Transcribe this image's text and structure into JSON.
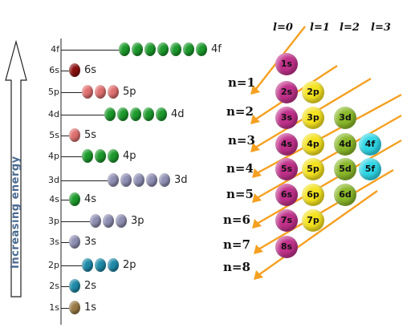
{
  "energy_axis_label": "Increasing energy",
  "levels": [
    {
      "label": "1s",
      "name": "1s",
      "count": 1,
      "color": "#9a7a45"
    },
    {
      "label": "2s",
      "name": "2s",
      "count": 1,
      "color": "#1e8aa8"
    },
    {
      "label": "2p",
      "name": "2p",
      "count": 3,
      "color": "#1e8aa8"
    },
    {
      "label": "3s",
      "name": "3s",
      "count": 1,
      "color": "#8f8fb3"
    },
    {
      "label": "3p",
      "name": "3p",
      "count": 3,
      "color": "#8f8fb3"
    },
    {
      "label": "4s",
      "name": "4s",
      "count": 1,
      "color": "#1c9a2c"
    },
    {
      "label": "3d",
      "name": "3d",
      "count": 5,
      "color": "#8f8fb3"
    },
    {
      "label": "4p",
      "name": "4p",
      "count": 3,
      "color": "#1c9a2c"
    },
    {
      "label": "5s",
      "name": "5s",
      "count": 1,
      "color": "#e07070"
    },
    {
      "label": "4d",
      "name": "4d",
      "count": 5,
      "color": "#1c9a2c"
    },
    {
      "label": "5p",
      "name": "5p",
      "count": 3,
      "color": "#e07070"
    },
    {
      "label": "6s",
      "name": "6s",
      "count": 1,
      "color": "#8a1010"
    },
    {
      "label": "4f",
      "name": "4f",
      "count": 7,
      "color": "#1c9a2c"
    }
  ],
  "l_headers": [
    "l=0",
    "l=1",
    "l=2",
    "l=3"
  ],
  "n_labels": [
    "n=1",
    "n=2",
    "n=3",
    "n=4",
    "n=5",
    "n=6",
    "n=7",
    "n=8"
  ],
  "grid": [
    {
      "text": "1s",
      "row": 0,
      "col": 0,
      "color": "#c0308a"
    },
    {
      "text": "2s",
      "row": 1,
      "col": 0,
      "color": "#c0308a"
    },
    {
      "text": "2p",
      "row": 1,
      "col": 1,
      "color": "#f4e21e"
    },
    {
      "text": "3s",
      "row": 2,
      "col": 0,
      "color": "#c0308a"
    },
    {
      "text": "3p",
      "row": 2,
      "col": 1,
      "color": "#f4e21e"
    },
    {
      "text": "3d",
      "row": 2,
      "col": 2,
      "color": "#8ab82a"
    },
    {
      "text": "4s",
      "row": 3,
      "col": 0,
      "color": "#c0308a"
    },
    {
      "text": "4p",
      "row": 3,
      "col": 1,
      "color": "#f4e21e"
    },
    {
      "text": "4d",
      "row": 3,
      "col": 2,
      "color": "#8ab82a"
    },
    {
      "text": "4f",
      "row": 3,
      "col": 3,
      "color": "#2ed6e6"
    },
    {
      "text": "5s",
      "row": 4,
      "col": 0,
      "color": "#c0308a"
    },
    {
      "text": "5p",
      "row": 4,
      "col": 1,
      "color": "#f4e21e"
    },
    {
      "text": "5d",
      "row": 4,
      "col": 2,
      "color": "#8ab82a"
    },
    {
      "text": "5f",
      "row": 4,
      "col": 3,
      "color": "#2ed6e6"
    },
    {
      "text": "6s",
      "row": 5,
      "col": 0,
      "color": "#c0308a"
    },
    {
      "text": "6p",
      "row": 5,
      "col": 1,
      "color": "#f4e21e"
    },
    {
      "text": "6d",
      "row": 5,
      "col": 2,
      "color": "#8ab82a"
    },
    {
      "text": "7s",
      "row": 6,
      "col": 0,
      "color": "#c0308a"
    },
    {
      "text": "7p",
      "row": 6,
      "col": 1,
      "color": "#f4e21e"
    },
    {
      "text": "8s",
      "row": 7,
      "col": 0,
      "color": "#c0308a"
    }
  ],
  "arrow_color": "#f5a020"
}
